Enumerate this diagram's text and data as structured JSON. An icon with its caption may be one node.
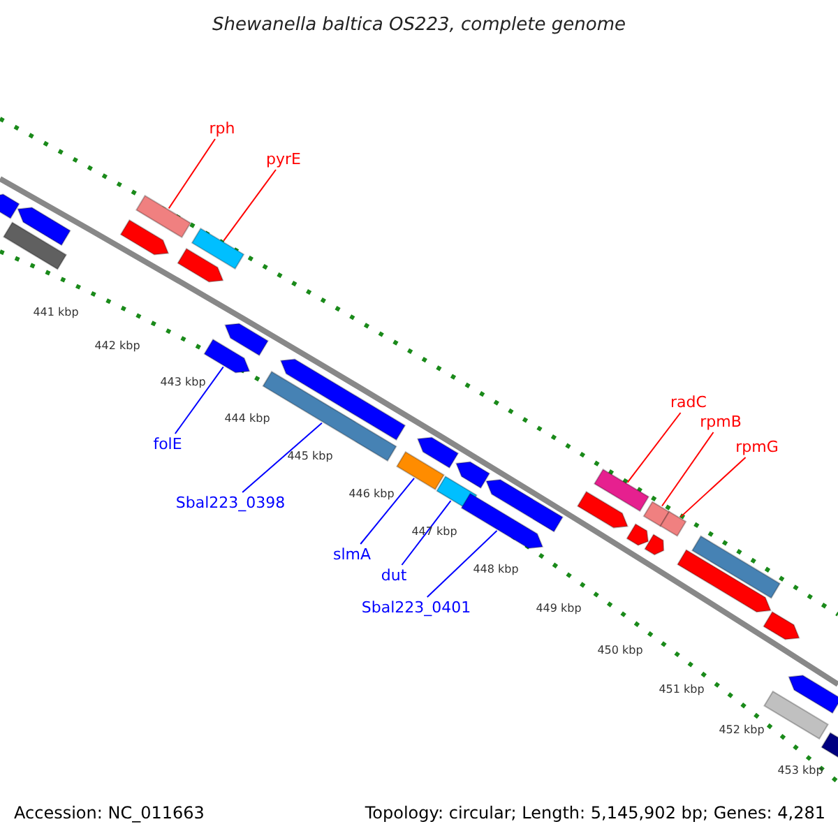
{
  "diagram": {
    "title": "Shewanella baltica OS223, complete genome",
    "nodes": [
      {
        "text": [
          "rph"
        ]
      },
      {
        "text": [
          "pyrE"
        ]
      },
      {
        "text": [
          "folE"
        ]
      },
      {
        "text": [
          "Sbal223_0398"
        ]
      },
      {
        "text": [
          "slmA"
        ]
      },
      {
        "text": [
          "dut"
        ]
      },
      {
        "text": [
          "Sbal223_0401"
        ]
      },
      {
        "text": [
          "radC"
        ]
      },
      {
        "text": [
          "rpmB"
        ]
      },
      {
        "text": [
          "rpmG"
        ]
      },
      {
        "text": [],
        "shape": "arrow"
      },
      {
        "text": [],
        "shape": "bar"
      },
      {
        "text": [],
        "shape": "arrow"
      },
      {
        "text": [],
        "shape": "arrow"
      },
      {
        "text": [],
        "shape": "bar"
      },
      {
        "text": [],
        "shape": "arrow"
      },
      {
        "text": [],
        "shape": "bar"
      },
      {
        "text": [],
        "shape": "arrow"
      },
      {
        "text": [],
        "shape": "arrow"
      },
      {
        "text": [],
        "shape": "bar"
      },
      {
        "text": [],
        "shape": "arrow"
      },
      {
        "text": [],
        "shape": "bar"
      },
      {
        "text": [],
        "shape": "arrow"
      },
      {
        "text": [],
        "shape": "bar"
      },
      {
        "text": [],
        "shape": "arrow"
      },
      {
        "text": [],
        "shape": "arrow"
      },
      {
        "text": [],
        "shape": "arrow"
      },
      {
        "text": [],
        "shape": "arrow"
      },
      {
        "text": [],
        "shape": "bar"
      },
      {
        "text": [],
        "shape": "arrow"
      },
      {
        "text": [],
        "shape": "bar"
      },
      {
        "text": [],
        "shape": "arrow"
      },
      {
        "text": [],
        "shape": "bar"
      },
      {
        "text": [],
        "shape": "arrow"
      },
      {
        "text": [],
        "shape": "bar"
      },
      {
        "text": [],
        "shape": "arrow"
      },
      {
        "text": [],
        "shape": "bar"
      },
      {
        "text": [],
        "shape": "arrow"
      },
      {
        "text": [],
        "shape": "bar"
      }
    ],
    "edges": [
      {
        "from": 0,
        "to": 14,
        "arrow": "none",
        "color": "#ff0000"
      },
      {
        "from": 1,
        "to": 16,
        "arrow": "none",
        "color": "#ff0000"
      },
      {
        "from": 2,
        "to": 17,
        "arrow": "none",
        "color": "#0000ff"
      },
      {
        "from": 3,
        "to": 19,
        "arrow": "none",
        "color": "#0000ff"
      },
      {
        "from": 4,
        "to": 21,
        "arrow": "none",
        "color": "#0000ff"
      },
      {
        "from": 5,
        "to": 23,
        "arrow": "none",
        "color": "#0000ff"
      },
      {
        "from": 6,
        "to": 25,
        "arrow": "none",
        "color": "#0000ff"
      },
      {
        "from": 7,
        "to": 28,
        "arrow": "none",
        "color": "#ff0000"
      },
      {
        "from": 8,
        "to": 30,
        "arrow": "none",
        "color": "#ff0000"
      },
      {
        "from": 9,
        "to": 32,
        "arrow": "none",
        "color": "#ff0000"
      }
    ],
    "labels": [
      "441 kbp",
      "442 kbp",
      "443 kbp",
      "444 kbp",
      "445 kbp",
      "446 kbp",
      "447 kbp",
      "448 kbp",
      "449 kbp",
      "450 kbp",
      "451 kbp",
      "452 kbp",
      "453 kbp",
      "Accession: NC_011663",
      "Topology: circular; Length: 5,145,902 bp; Genes: 4,281"
    ]
  }
}
